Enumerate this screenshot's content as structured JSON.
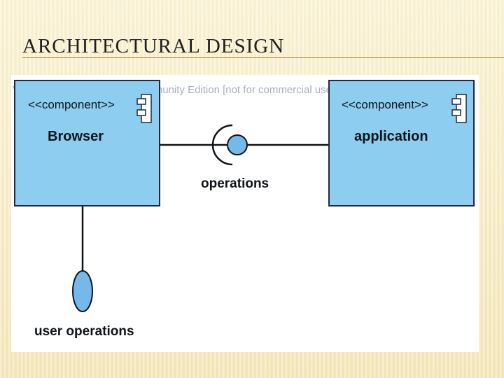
{
  "slide": {
    "title": "ARCHITECTURAL DESIGN"
  },
  "diagram": {
    "watermark": "Visual Paradigm for UML Community Edition [not for commercial use]",
    "components": [
      {
        "stereotype": "<<component>>",
        "name": "Browser"
      },
      {
        "stereotype": "<<component>>",
        "name": "application"
      }
    ],
    "interfaces": [
      {
        "label": "operations"
      },
      {
        "label": "user operations"
      }
    ],
    "colors": {
      "component_fill": "#8ccdf0",
      "component_border": "#1e2a40",
      "interface_fill": "#74b9ea",
      "background": "#f6edc4",
      "title_rule": "#b98a2f"
    }
  }
}
